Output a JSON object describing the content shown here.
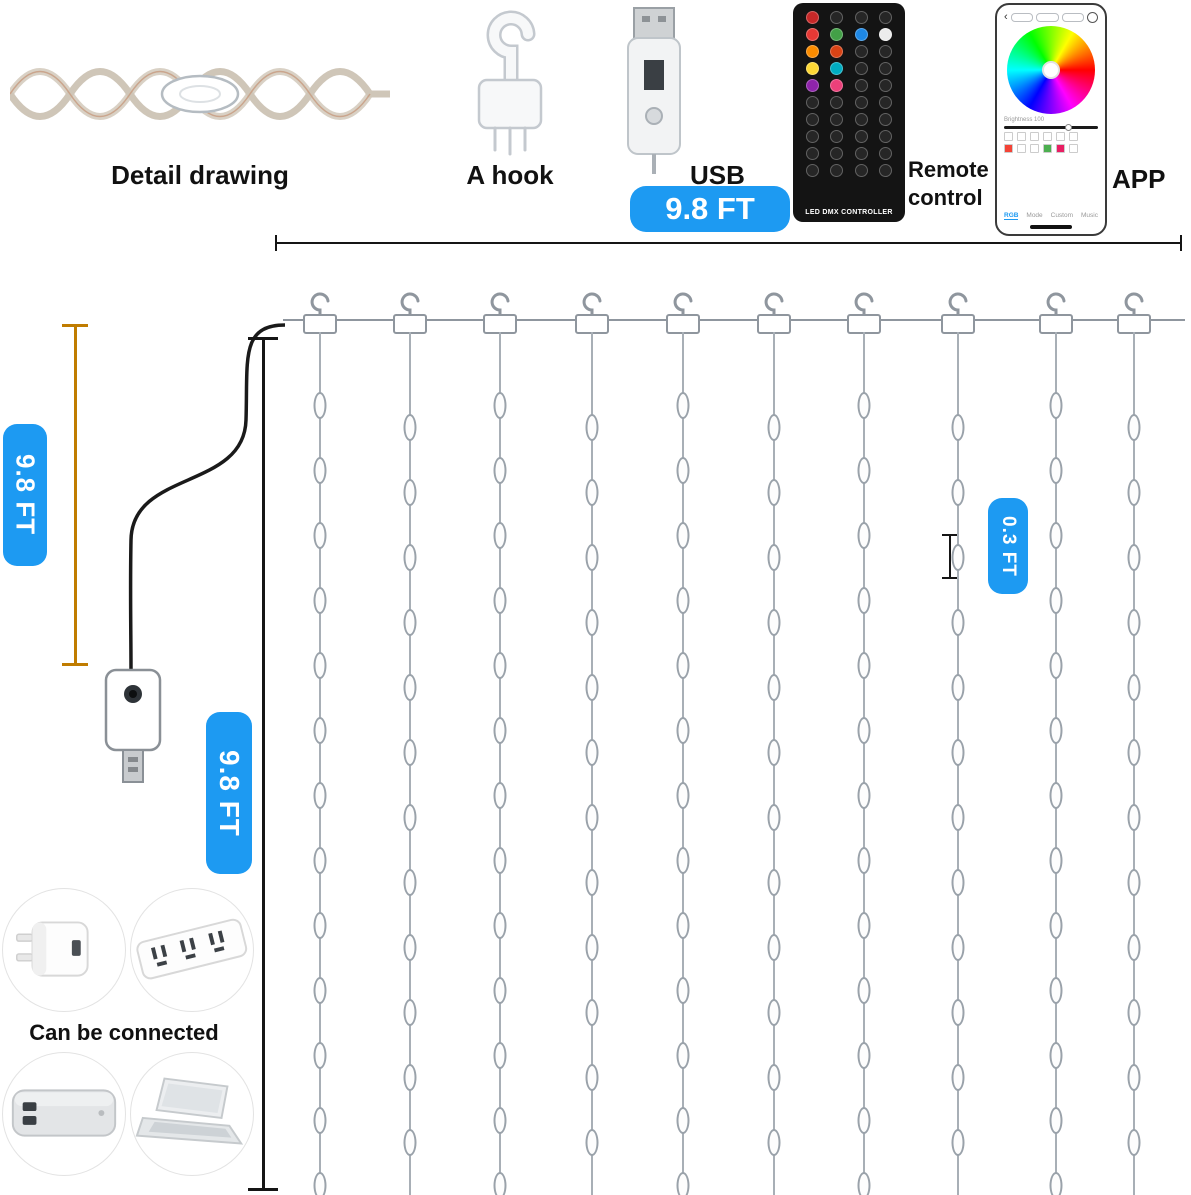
{
  "colors": {
    "accent_blue": "#1d9af2",
    "dim_orange": "#c07c00",
    "measure_black": "#151515",
    "wire_gray": "#8f969e"
  },
  "top": {
    "detail_drawing_label": "Detail drawing",
    "hook_label": "A hook",
    "usb_label": "USB",
    "width_value": "9.8 FT",
    "remote_label": "Remote control",
    "remote_brand": "LED DMX CONTROLLER",
    "app_label": "APP"
  },
  "measures": {
    "height_left": "9.8 FT",
    "height_inner": "9.8 FT",
    "bead_spacing": "0.3 FT"
  },
  "bottom": {
    "connect_label": "Can be connected"
  },
  "app_screen": {
    "brightness": "Brightness 100",
    "tabs": [
      "RGB",
      "Mode",
      "Custom",
      "Music"
    ],
    "preset_row1": [
      "#ffffff",
      "#ffffff",
      "#ffffff",
      "#ffffff",
      "#ffffff",
      "#ffffff"
    ],
    "preset_row2": [
      "#f44336",
      "#ffffff",
      "#ffffff",
      "#4caf50",
      "#e91e63",
      "#ffffff"
    ]
  },
  "remote": {
    "rows": [
      [
        "#c62828",
        "#262626",
        "#262626",
        "#262626"
      ],
      [
        "#e53935",
        "#43a047",
        "#1e88e5",
        "#ececec"
      ],
      [
        "#fb8c00",
        "#d84315",
        "#262626",
        "#262626"
      ],
      [
        "#fdd835",
        "#00acc1",
        "#262626",
        "#262626"
      ],
      [
        "#8e24aa",
        "#ec407a",
        "#262626",
        "#262626"
      ],
      [
        "#262626",
        "#262626",
        "#262626",
        "#262626"
      ],
      [
        "#262626",
        "#262626",
        "#262626",
        "#262626"
      ],
      [
        "#262626",
        "#262626",
        "#262626",
        "#262626"
      ],
      [
        "#262626",
        "#262626",
        "#262626",
        "#262626"
      ],
      [
        "#262626",
        "#262626",
        "#262626",
        "#262626"
      ]
    ]
  },
  "curtain": {
    "string_count": 10,
    "beads_per_string": 13
  }
}
